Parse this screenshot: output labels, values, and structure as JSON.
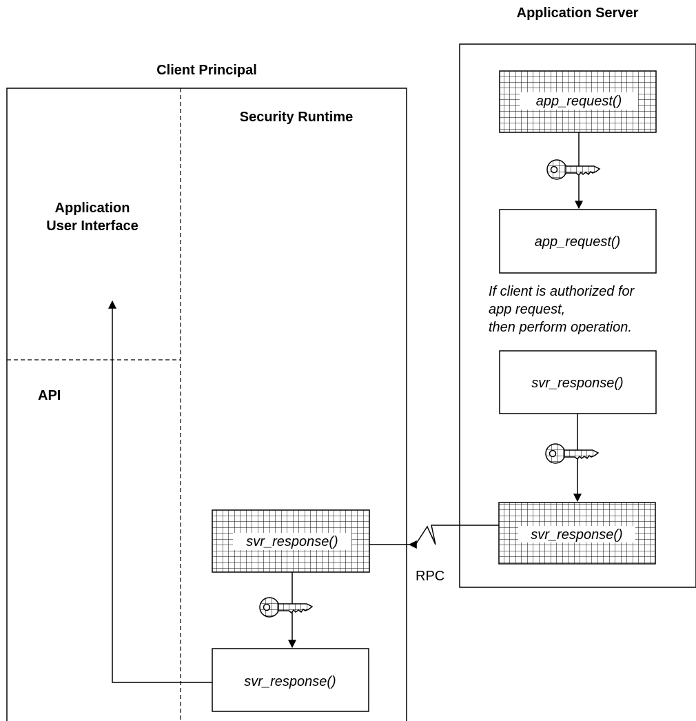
{
  "application_server": {
    "title": "Application Server",
    "encrypted_request_label": "app_request()",
    "decrypted_request_label": "app_request()",
    "note_lines": [
      "If client is authorized for",
      "app request,",
      "then perform operation."
    ],
    "response_label": "svr_response()",
    "encrypted_response_label": "svr_response()"
  },
  "client_principal": {
    "title": "Client Principal",
    "ui_label_lines": [
      "Application",
      "User Interface"
    ],
    "api_label": "API",
    "security_runtime_label": "Security Runtime",
    "encrypted_response_label": "svr_response()",
    "decrypted_response_label": "svr_response()"
  },
  "rpc_label": "RPC",
  "icons": [
    "key-icon",
    "key-icon",
    "key-icon"
  ]
}
